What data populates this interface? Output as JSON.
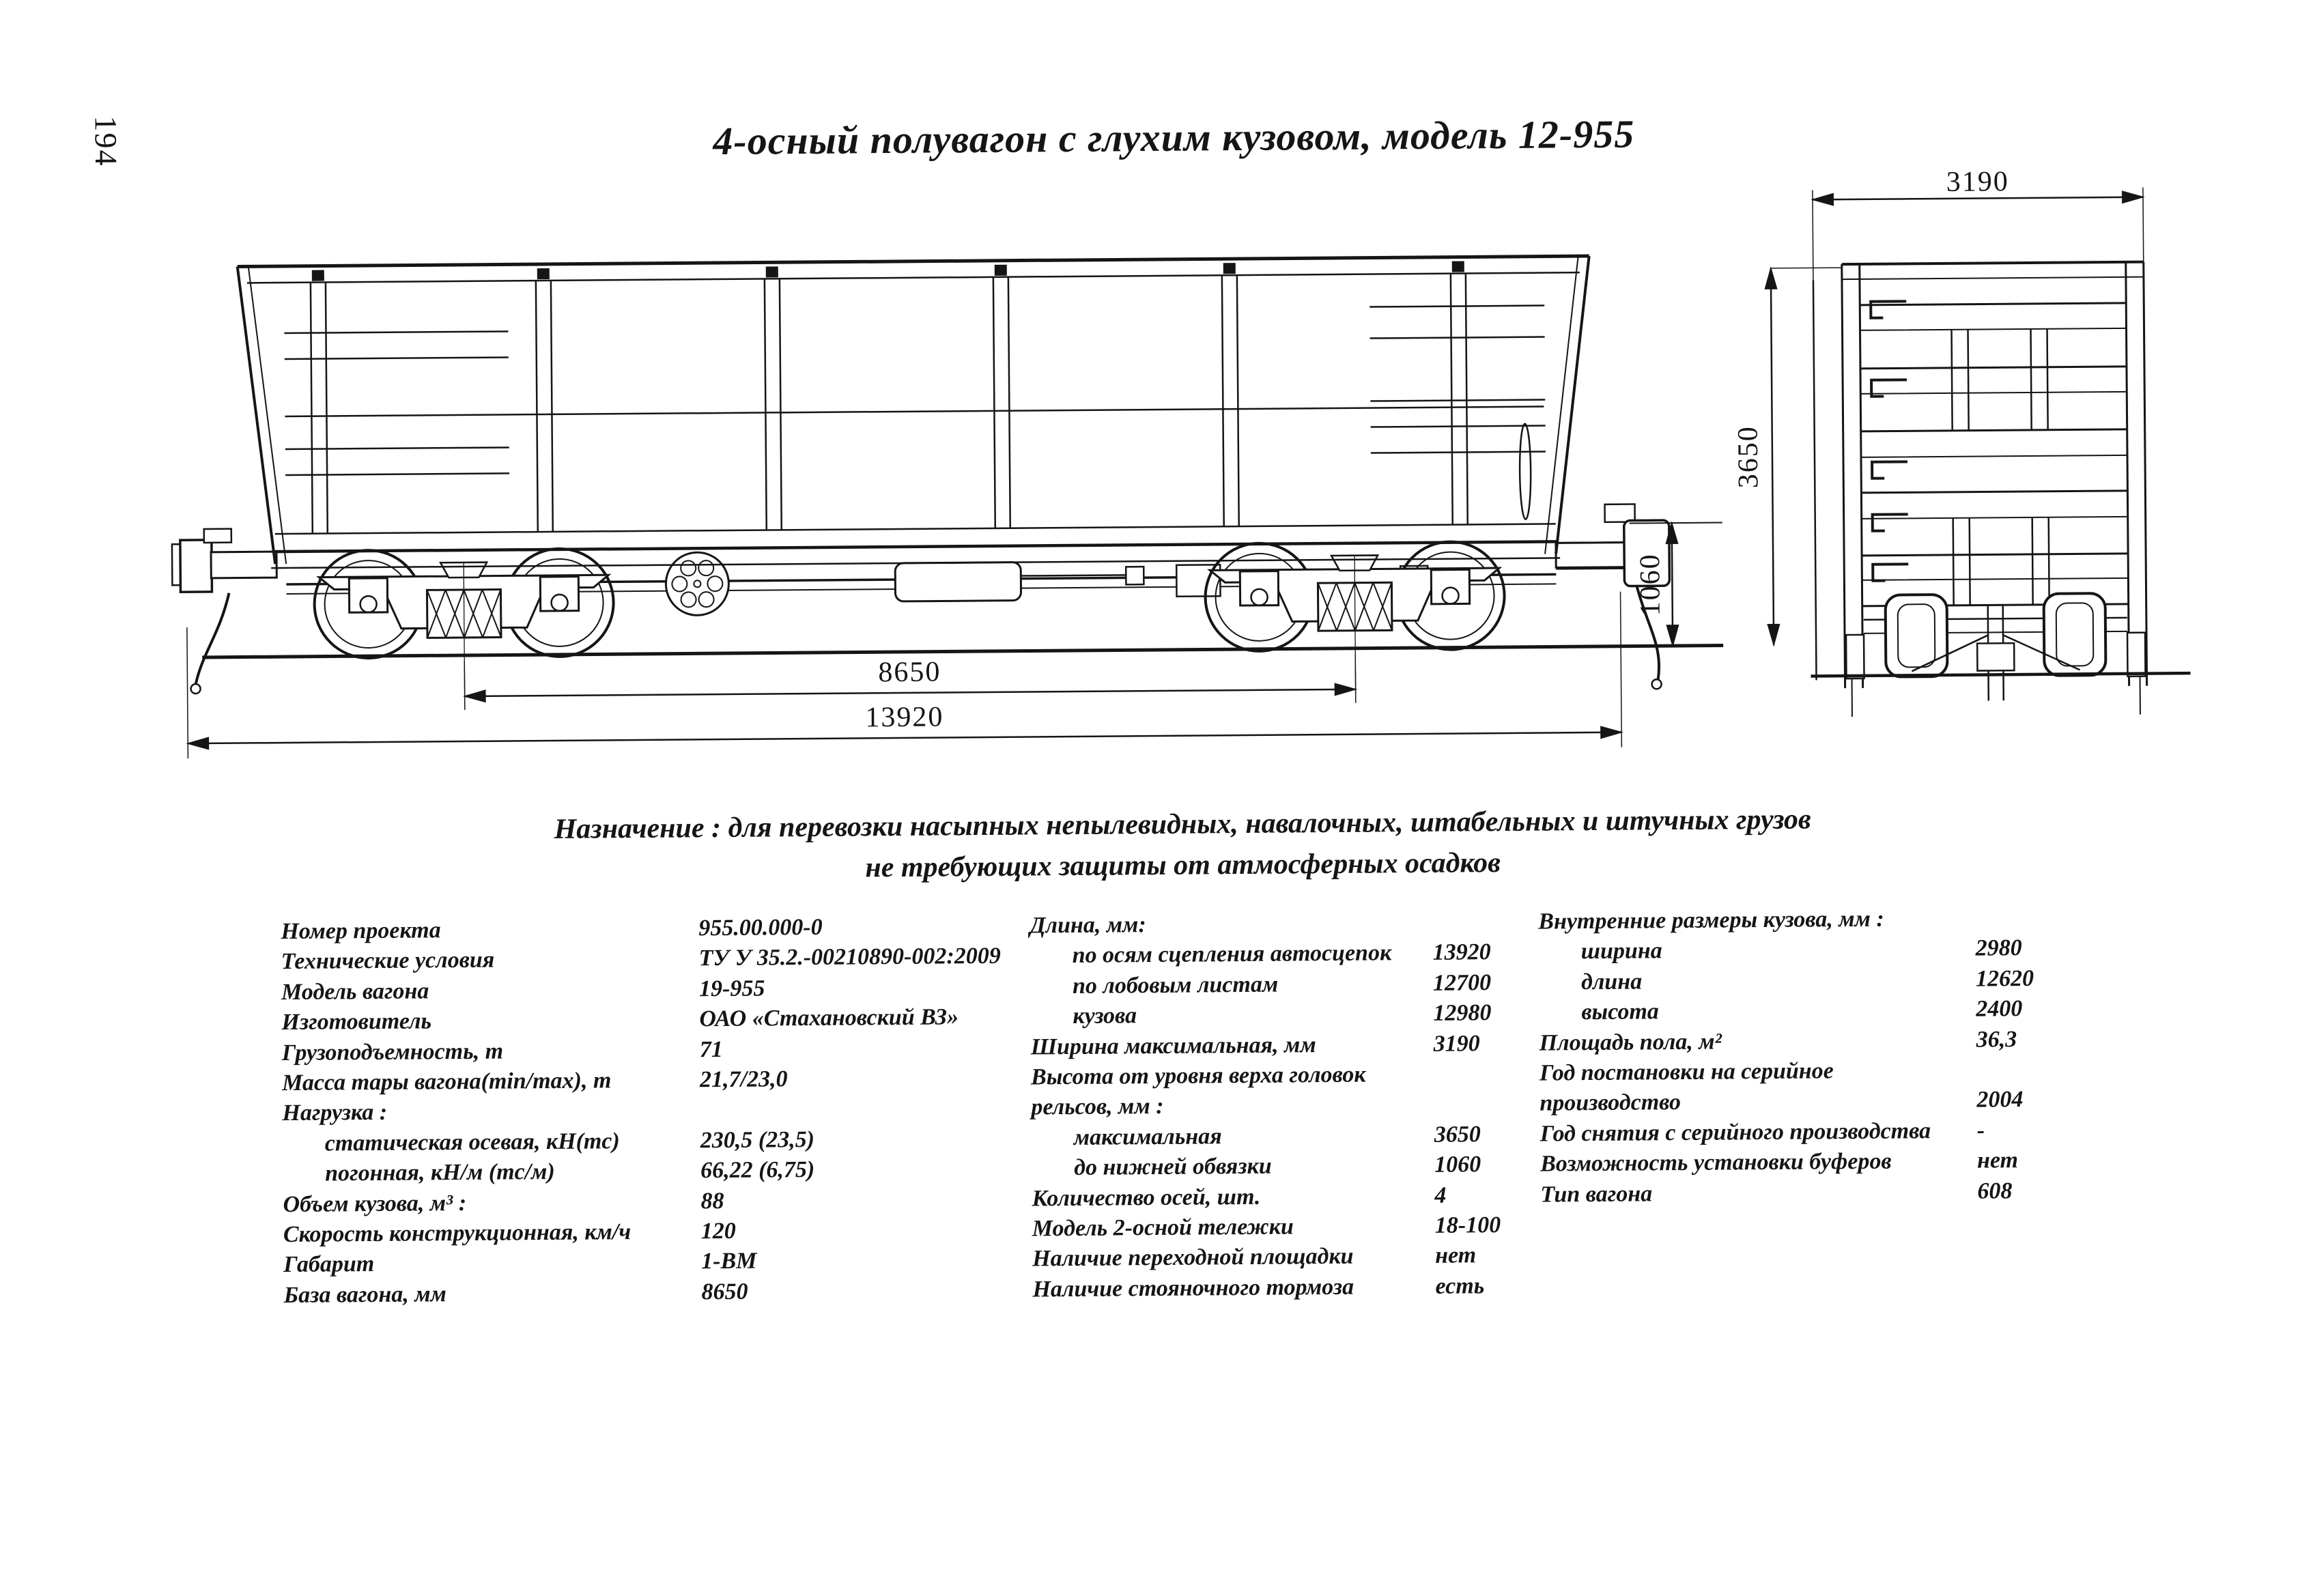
{
  "page": {
    "number": "194"
  },
  "title": "4-осный полувагон с глухим кузовом, модель 12-955",
  "purpose": {
    "line1": "Назначение : для перевозки насыпных непылевидных, навалочных,  штабельных и штучных грузов",
    "line2": "не требующих защиты от атмосферных осадков"
  },
  "drawing": {
    "dims": {
      "base": "8650",
      "length_over_couplers": "13920",
      "coupler_height": "1060",
      "max_height": "3650",
      "max_width": "3190"
    }
  },
  "specs": {
    "col1": [
      {
        "label": "Номер проекта",
        "value": "955.00.000-0"
      },
      {
        "label": "Технические условия",
        "value": "ТУ У 35.2.-00210890-002:2009"
      },
      {
        "label": "Модель вагона",
        "value": "19-955"
      },
      {
        "label": "Изготовитель",
        "value": "ОАО «Стахановский ВЗ»"
      },
      {
        "label": "Грузоподъемность, т",
        "value": "71"
      },
      {
        "label": "Масса тары вагона(min/max), т",
        "value": "21,7/23,0"
      },
      {
        "label": "Нагрузка :",
        "value": ""
      },
      {
        "label": "статическая осевая, кН(тс)",
        "value": "230,5 (23,5)",
        "indent": true
      },
      {
        "label": "погонная, кН/м (тс/м)",
        "value": "66,22 (6,75)",
        "indent": true
      },
      {
        "label": "Объем кузова, м³ :",
        "value": "88"
      },
      {
        "label": "Скорость конструкционная, км/ч",
        "value": "120"
      },
      {
        "label": "Габарит",
        "value": "1-ВМ"
      },
      {
        "label": "База вагона, мм",
        "value": "8650"
      }
    ],
    "col2": [
      {
        "label": "Длина, мм:",
        "value": ""
      },
      {
        "label": "по осям сцепления автосцепок",
        "value": "13920",
        "indent": true
      },
      {
        "label": "по лобовым листам",
        "value": "12700",
        "indent": true
      },
      {
        "label": "кузова",
        "value": "12980",
        "indent": true
      },
      {
        "label": "Ширина максимальная, мм",
        "value": "3190"
      },
      {
        "label": "Высота от уровня верха головок",
        "value": ""
      },
      {
        "label": "рельсов, мм :",
        "value": ""
      },
      {
        "label": "максимальная",
        "value": "3650",
        "indent": true
      },
      {
        "label": "до нижней обвязки",
        "value": "1060",
        "indent": true
      },
      {
        "label": "Количество осей, шт.",
        "value": "4"
      },
      {
        "label": "Модель 2-осной тележки",
        "value": "18-100"
      },
      {
        "label": "Наличие переходной площадки",
        "value": "нет"
      },
      {
        "label": "Наличие стояночного тормоза",
        "value": "есть"
      }
    ],
    "col3": [
      {
        "label": "Внутренние размеры кузова, мм :",
        "value": ""
      },
      {
        "label": "ширина",
        "value": "2980",
        "indent": true
      },
      {
        "label": "длина",
        "value": "12620",
        "indent": true
      },
      {
        "label": "высота",
        "value": "2400",
        "indent": true
      },
      {
        "label": "Площадь пола, м²",
        "value": "36,3"
      },
      {
        "label": "Год постановки на серийное",
        "value": ""
      },
      {
        "label": "производство",
        "value": "2004"
      },
      {
        "label": "Год снятия с серийного производства",
        "value": "-"
      },
      {
        "label": "Возможность установки буферов",
        "value": "нет"
      },
      {
        "label": "Тип вагона",
        "value": "608"
      }
    ]
  }
}
